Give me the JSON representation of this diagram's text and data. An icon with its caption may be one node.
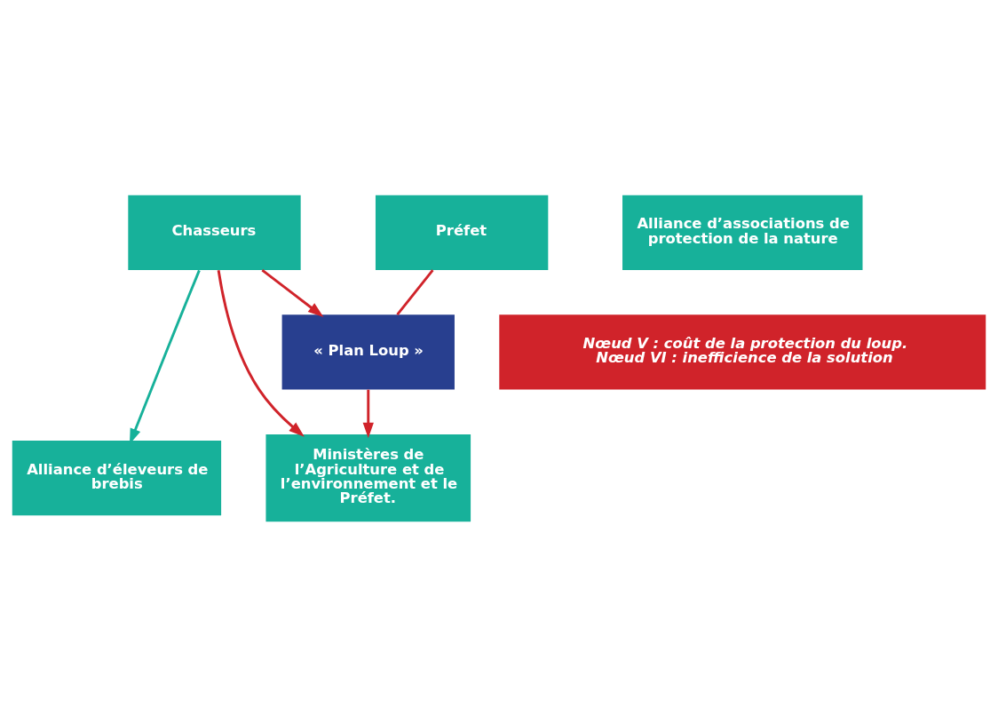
{
  "diagram": {
    "nodes": [
      {
        "text": [
          "Chasseurs"
        ]
      },
      {
        "text": [
          "Ministères de l’Agriculture et de l’environnement et le Préfet."
        ]
      },
      {
        "text": [
          "Alliance d’éleveurs de brebis"
        ]
      },
      {
        "text": [
          "« Plan Loup »"
        ]
      },
      {
        "text": [
          "Préfet"
        ]
      },
      {
        "text": [
          "Alliance d’associations de protection de la nature"
        ]
      },
      {
        "text": [
          "Nœud V : coût de la protection du loup.",
          "Nœud VI : inefficience de la solution"
        ]
      }
    ],
    "edges": [
      {
        "from": 0,
        "to": 2,
        "arrow": "to",
        "color": "#17b19a"
      },
      {
        "from": 0,
        "to": 1,
        "arrow": "to"
      },
      {
        "from": 0,
        "to": 3,
        "arrow": "to"
      },
      {
        "from": 3,
        "to": 1,
        "arrow": "to"
      },
      {
        "from": 4,
        "to": 3,
        "arrow": "none"
      }
    ]
  }
}
